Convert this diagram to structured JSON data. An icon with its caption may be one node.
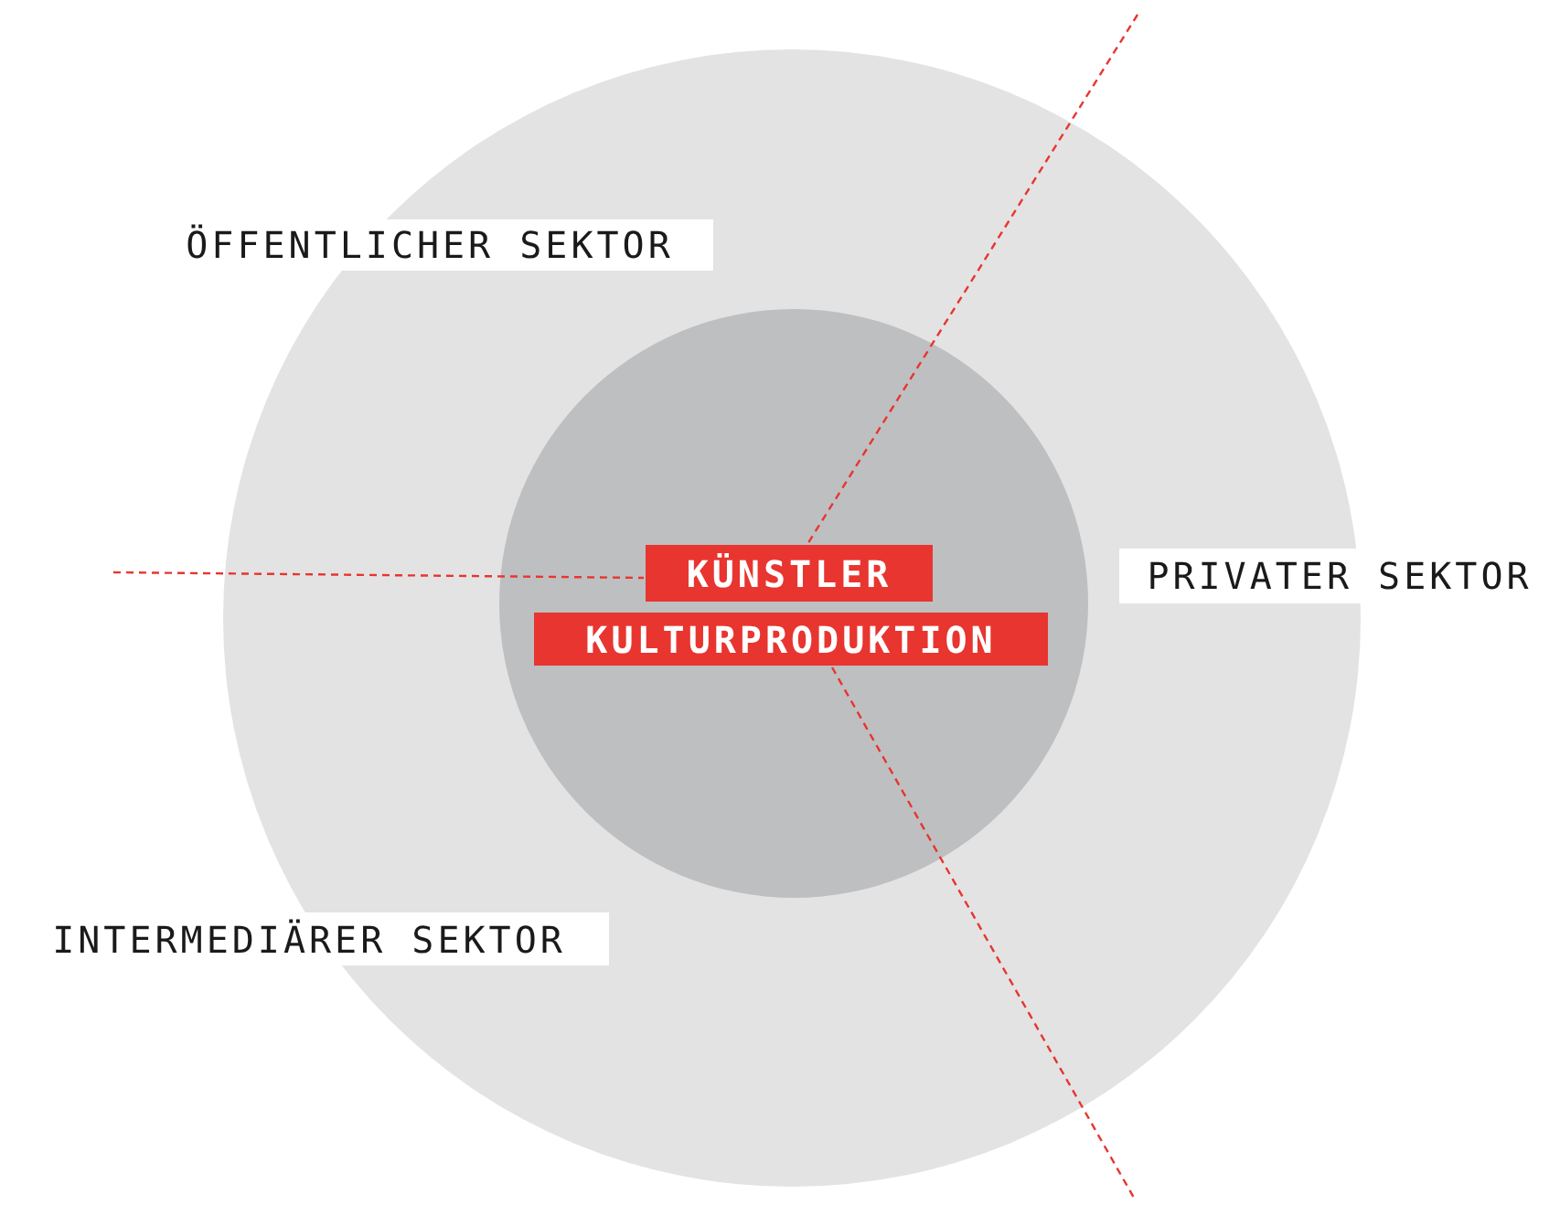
{
  "diagram": {
    "nodes": [
      {
        "text": [
          "ÖFFENTLICHER SEKTOR"
        ]
      },
      {
        "text": [
          "PRIVATER SEKTOR"
        ]
      },
      {
        "text": [
          "KÜNSTLER"
        ]
      },
      {
        "text": [
          "KULTURPRODUKTION"
        ]
      },
      {
        "text": [
          "INTERMEDIÄRER SEKTOR"
        ]
      }
    ],
    "edges": []
  }
}
